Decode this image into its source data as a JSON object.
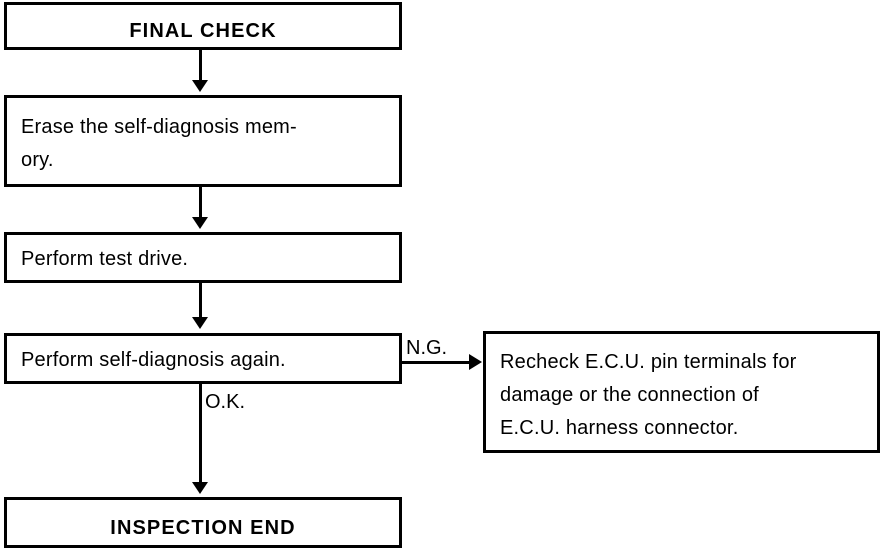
{
  "diagram": {
    "title": "FINAL CHECK",
    "type": "flowchart",
    "nodes": [
      {
        "id": "final-check",
        "label": "FINAL CHECK",
        "align": "center"
      },
      {
        "id": "erase-memory",
        "label": "Erase the self-diagnosis mem-\nory.",
        "align": "left"
      },
      {
        "id": "test-drive",
        "label": "Perform test drive.",
        "align": "left"
      },
      {
        "id": "self-diagnosis-again",
        "label": "Perform self-diagnosis again.",
        "align": "left"
      },
      {
        "id": "recheck-ecu",
        "label": "Recheck E.C.U. pin terminals for\ndamage or the connection of\nE.C.U. harness connector.",
        "align": "left"
      },
      {
        "id": "inspection-end",
        "label": "INSPECTION END",
        "align": "center"
      }
    ],
    "edge_labels": {
      "ng": "N.G.",
      "ok": "O.K."
    }
  }
}
